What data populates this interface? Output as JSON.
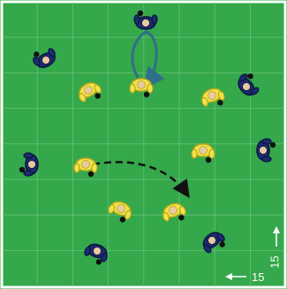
{
  "colors": {
    "pitch": "#34a84a",
    "pitch_dark": "#2e9a42",
    "grid_line": "#8fd39a",
    "border": "#ffffff",
    "team_yellow": "#f2e34a",
    "team_yellow_edge": "#b8a91c",
    "team_blue": "#1c2c6e",
    "team_blue_edge": "#0a1440",
    "skin": "#e8c9a0",
    "ball": "#111111",
    "run_arrow": "#2f6f8a",
    "pass_arrow": "#111111",
    "dimension_text": "#ffffff"
  },
  "players": {
    "yellow": [
      {
        "label": "yellow-player-1"
      },
      {
        "label": "yellow-player-2"
      },
      {
        "label": "yellow-player-3"
      },
      {
        "label": "yellow-player-4"
      },
      {
        "label": "yellow-player-5"
      },
      {
        "label": "yellow-player-6"
      },
      {
        "label": "yellow-player-7"
      }
    ],
    "blue": [
      {
        "label": "blue-player-1"
      },
      {
        "label": "blue-player-2"
      },
      {
        "label": "blue-player-3"
      },
      {
        "label": "blue-player-4"
      },
      {
        "label": "blue-player-5"
      },
      {
        "label": "blue-player-6"
      },
      {
        "label": "blue-player-7"
      }
    ]
  },
  "dimensions": {
    "width_label": "15",
    "height_label": "15"
  }
}
